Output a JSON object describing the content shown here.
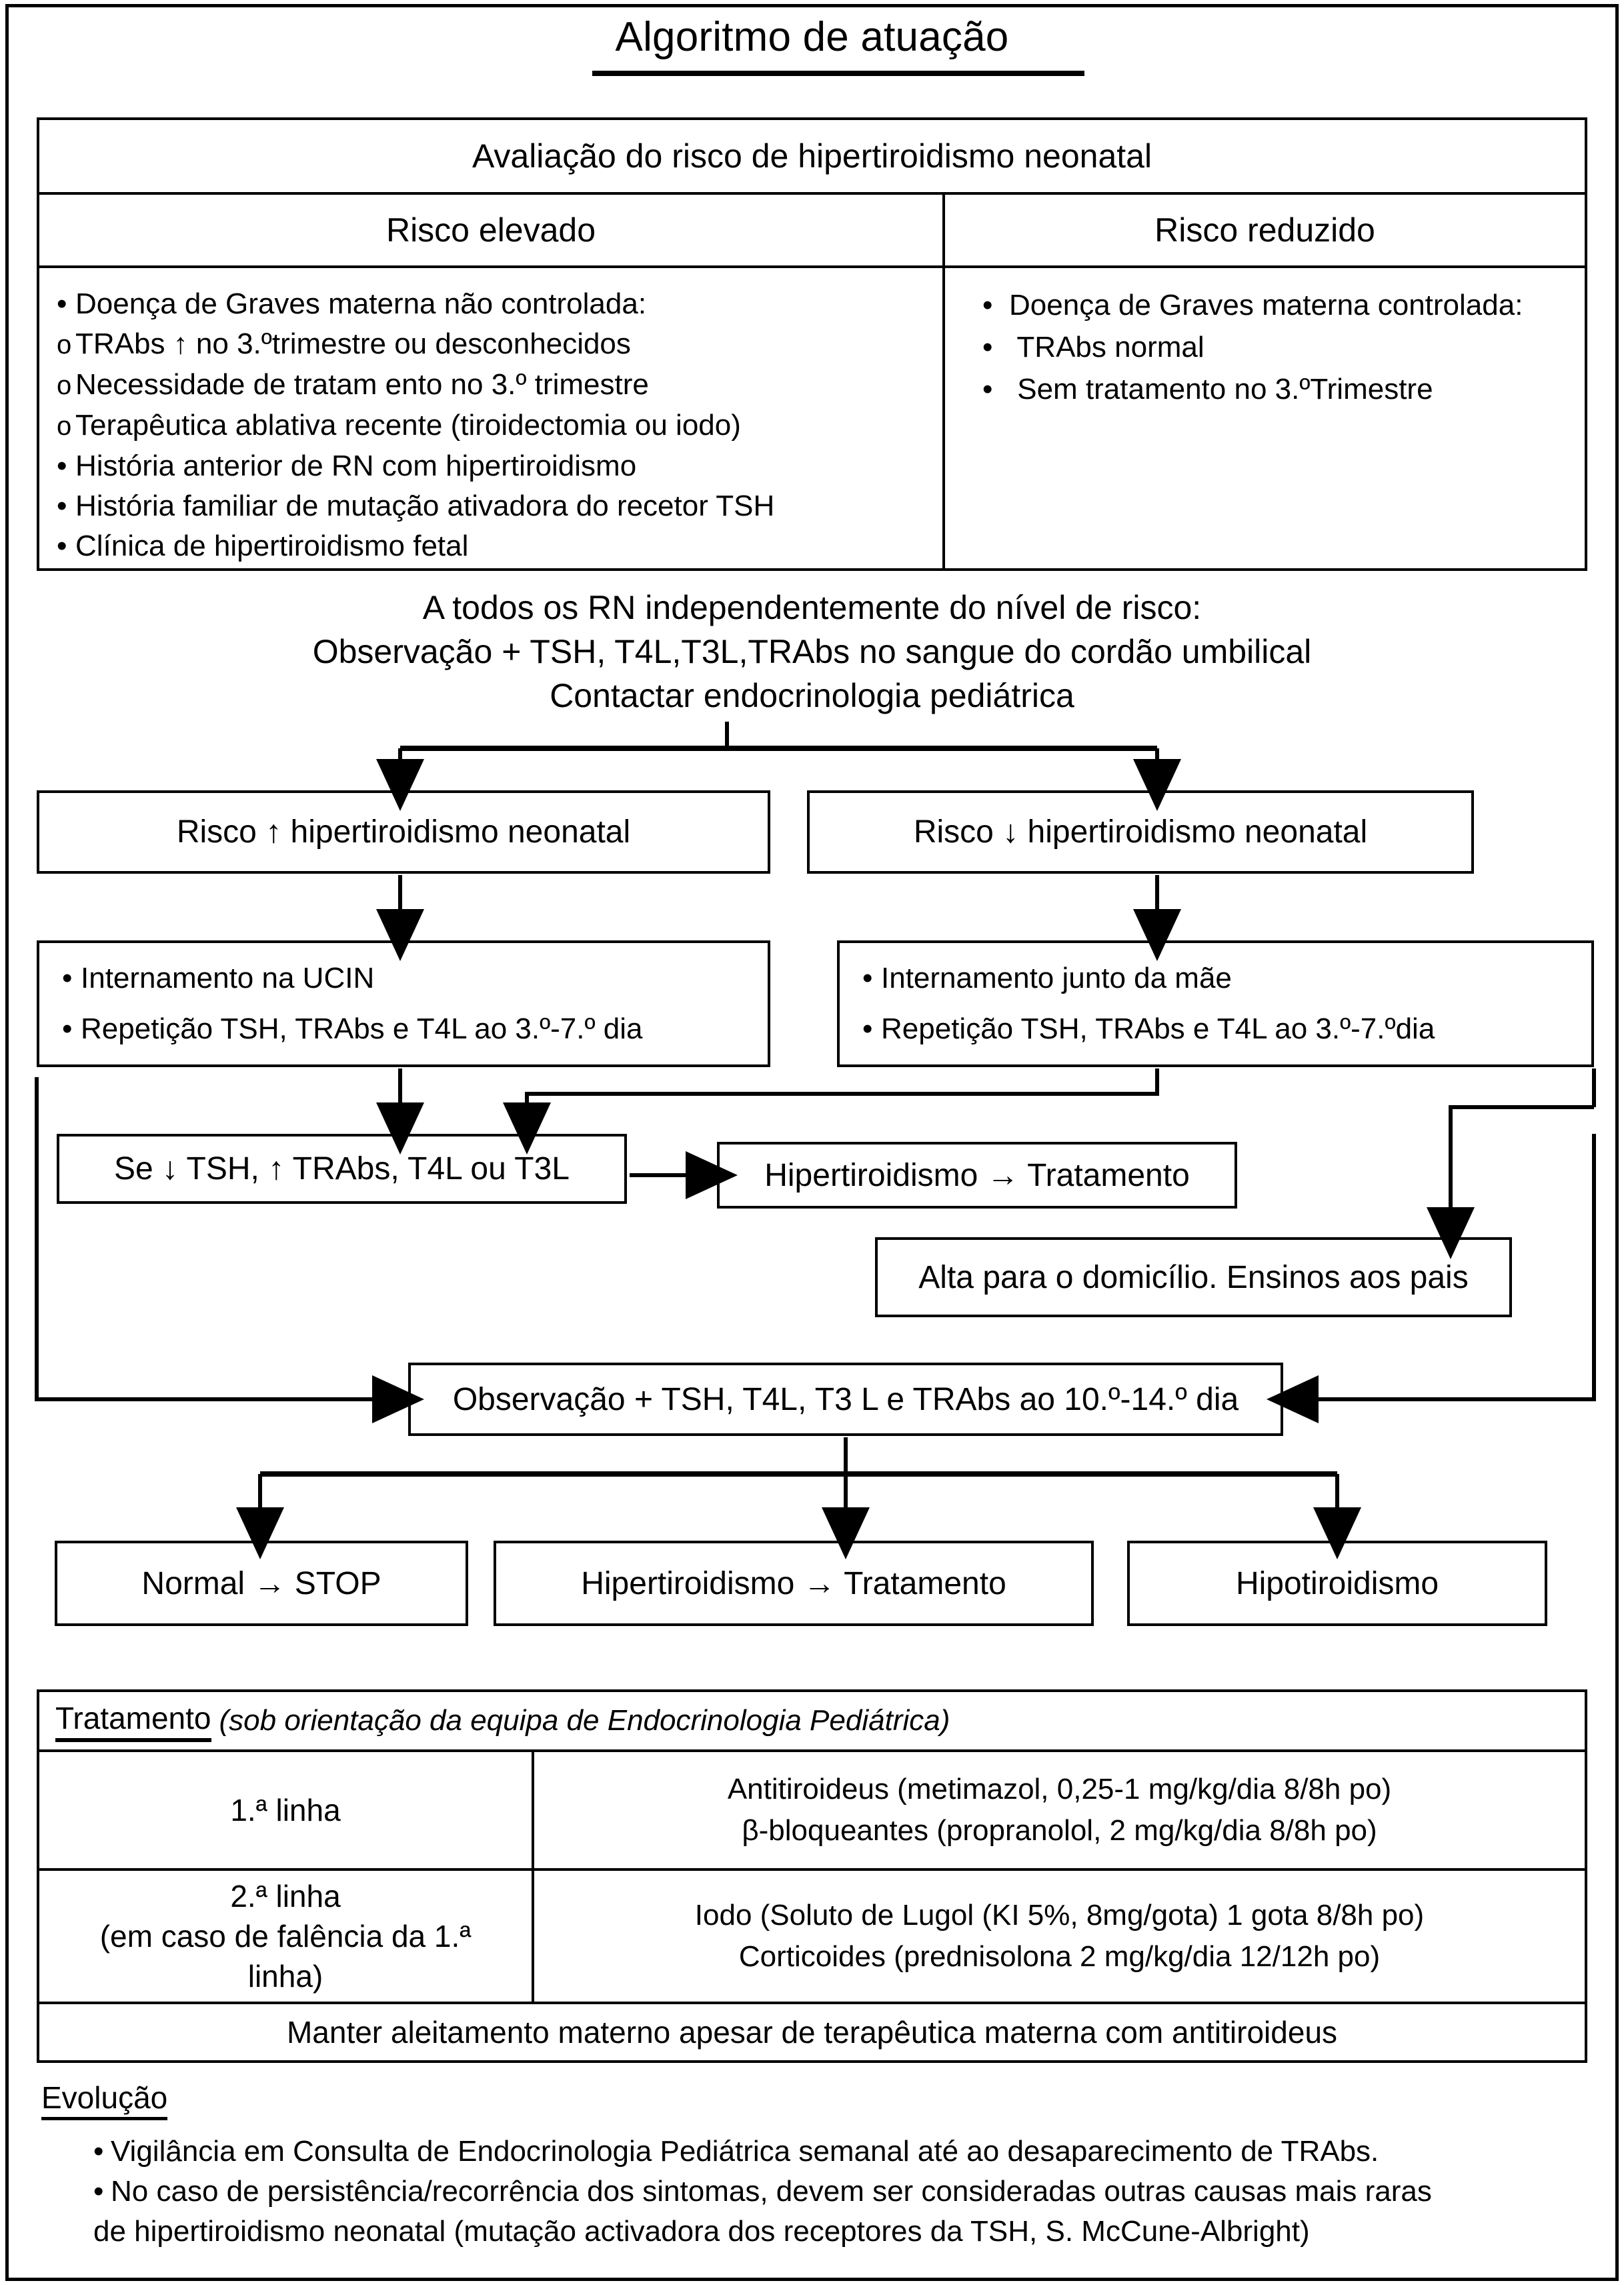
{
  "title": "Algoritmo de atuação",
  "risk_table": {
    "header": "Avaliação do risco de hipertiroidismo neonatal",
    "col1_header": "Risco elevado",
    "col2_header": "Risco reduzido",
    "high_risk_items": [
      {
        "marker": "•",
        "text": "Doença de Graves materna não controlada:"
      },
      {
        "marker": "o",
        "text": "TRAbs ↑  no 3.ºtrimestre ou desconhecidos"
      },
      {
        "marker": "o",
        "text": "Necessidade de tratam ento no 3.º trimestre"
      },
      {
        "marker": "o",
        "text": "Terapêutica ablativa recente (tiroidectomia ou iodo)"
      },
      {
        "marker": "•",
        "text": "História anterior de RN com hipertiroidismo"
      },
      {
        "marker": "•",
        "text": "História familiar de mutação ativadora do recetor TSH"
      },
      {
        "marker": "•",
        "text": "Clínica de hipertiroidismo fetal"
      }
    ],
    "low_risk_items": [
      {
        "marker": "•",
        "text": "Doença de Graves materna controlada:"
      },
      {
        "marker": "•",
        "text": " TRAbs normal"
      },
      {
        "marker": "•",
        "text": " Sem tratamento no 3.ºTrimestre"
      }
    ]
  },
  "all_newborns": {
    "line1": "A todos os RN independentemente do nível de risco:",
    "line2": "Observação + TSH, T4L,T3L,TRAbs no sangue do cordão umbilical",
    "line3": "Contactar endocrinologia pediátrica"
  },
  "flow": {
    "risk_high_box": "Risco ↑  hipertiroidismo neonatal",
    "risk_low_box": "Risco ↓ hipertiroidismo neonatal",
    "high_actions": [
      {
        "marker": "•",
        "text": "Internamento na UCIN"
      },
      {
        "marker": "•",
        "text": "Repetição TSH, TRAbs e T4L ao 3.º-7.º dia"
      }
    ],
    "low_actions": [
      {
        "marker": "•",
        "text": "Internamento junto da mãe"
      },
      {
        "marker": "•",
        "text": "Repetição TSH, TRAbs e T4L ao 3.º-7.ºdia"
      }
    ],
    "condition_box": "Se ↓  TSH, ↑  TRAbs, T4L ou T3L",
    "treatment_box": "Hipertiroidismo → Tratamento",
    "discharge_box": "Alta para o domicílio. Ensinos aos pais",
    "observation_box": "Observação + TSH, T4L, T3 L e TRAbs ao 10.º-14.º dia",
    "outcome_normal": "Normal → STOP",
    "outcome_hyper": "Hipertiroidismo → Tratamento",
    "outcome_hypo": "Hipotiroidismo"
  },
  "treatment_table": {
    "title": "Tratamento",
    "title_note": "(sob orientação da equipa de Endocrinologia Pediátrica)",
    "row1_label": "1.ª linha",
    "row1_lines": [
      "Antitiroideus (metimazol, 0,25-1 mg/kg/dia 8/8h po)",
      "β-bloqueantes (propranolol, 2 mg/kg/dia 8/8h po)"
    ],
    "row2_label_line1": "2.ª linha",
    "row2_label_line2": "(em caso de falência da 1.ª",
    "row2_label_line3": "linha)",
    "row2_lines": [
      "Iodo (Soluto de Lugol (KI 5%,  8mg/gota) 1 gota 8/8h po)",
      "Corticoides (prednisolona 2 mg/kg/dia 12/12h po)"
    ],
    "footer": "Manter aleitamento materno apesar de terapêutica materna com antitiroideus"
  },
  "evolution": {
    "title": "Evolução",
    "items": [
      "Vigilância em Consulta de Endocrinologia Pediátrica semanal até ao desaparecimento de TRAbs.",
      "No caso de persistência/recorrência dos sintomas, devem ser consideradas outras causas mais raras",
      "de hipertiroidismo neonatal (mutação activadora dos receptores da TSH, S. McCune-Albright)"
    ]
  },
  "colors": {
    "ink": "#000000",
    "paper": "#ffffff"
  }
}
